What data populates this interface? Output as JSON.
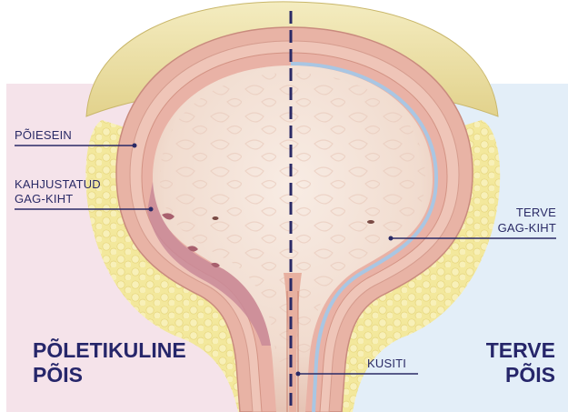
{
  "colors": {
    "left_bg": "#f5e3ea",
    "right_bg": "#e3eef8",
    "label": "#2a2a66",
    "big_label": "#26266a",
    "midline": "#2a2a66",
    "fat": "#f2e8a2",
    "wall": "#e8b3a5",
    "lumen": "#f4e3d8",
    "damage": "#c98a98",
    "gag_healthy": "#a9c6e3"
  },
  "labels": {
    "bladder_wall": "PÕIESEIN",
    "damaged_gag_1": "KAHJUSTATUD",
    "damaged_gag_2": "GAG-KIHT",
    "healthy_gag_1": "TERVE",
    "healthy_gag_2": "GAG-KIHT",
    "urethra": "KUSITI"
  },
  "titles": {
    "left_1": "PÕLETIKULINE",
    "left_2": "PÕIS",
    "right_1": "TERVE",
    "right_2": "PÕIS"
  }
}
